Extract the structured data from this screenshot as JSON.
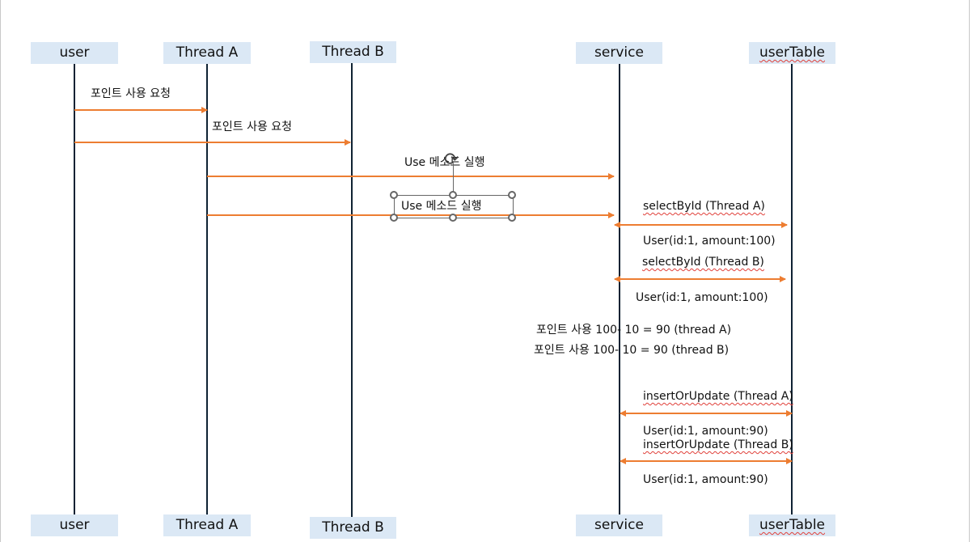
{
  "participants": {
    "user": "user",
    "thread_a": "Thread A",
    "thread_b": "Thread B",
    "service": "service",
    "user_table": "userTable"
  },
  "messages": {
    "user_to_a": "포인트 사용 요청",
    "user_to_b": "포인트 사용 요청",
    "a_to_service": "Use 메소드 실행",
    "b_to_service": "Use 메소드 실행",
    "select_a": "selectById (Thread A)",
    "select_a_result": "User(id:1, amount:100)",
    "select_b": "selectById (Thread B)",
    "select_b_result": "User(id:1, amount:100)",
    "calc_a": "포인트 사용 100- 10 = 90 (thread A)",
    "calc_b": "포인트 사용 100- 10 = 90 (thread B)",
    "upsert_a": "insertOrUpdate (Thread A)",
    "upsert_a_result": "User(id:1, amount:90)",
    "upsert_b": "insertOrUpdate (Thread B)",
    "upsert_b_result": "User(id:1, amount:90)"
  },
  "colors": {
    "arrow": "#ed7d31",
    "lifeline": "#0f2233",
    "participant_fill": "#dbe8f5"
  },
  "icons": {
    "rotate": "rotate-handle-icon"
  }
}
